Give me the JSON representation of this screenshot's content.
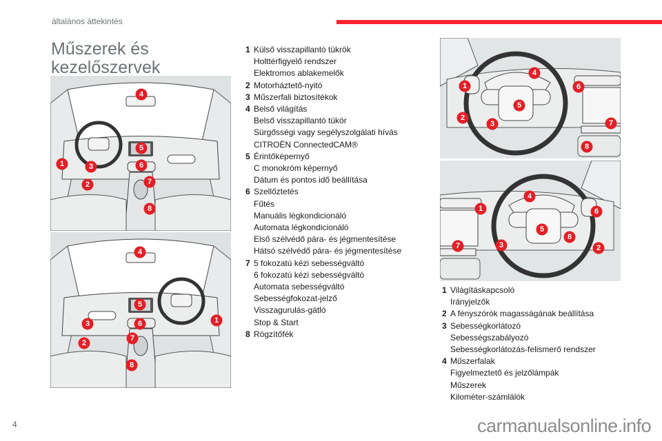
{
  "header": {
    "section": "általános áttekintés",
    "accent_color": "#ff2230"
  },
  "title": {
    "line1": "Műszerek és",
    "line2": "kezelőszervek"
  },
  "illustrations": {
    "lhd_cabin": {
      "label": "Left-hand drive cabin overview",
      "markers": [
        "1",
        "2",
        "3",
        "4",
        "5",
        "6",
        "7",
        "8"
      ]
    },
    "rhd_cabin": {
      "label": "Right-hand drive cabin overview",
      "markers": [
        "1",
        "2",
        "3",
        "4",
        "5",
        "6",
        "7",
        "8"
      ]
    },
    "lhd_wheel": {
      "label": "Left-hand drive steering wheel area",
      "markers": [
        "1",
        "2",
        "3",
        "4",
        "5",
        "6",
        "7",
        "8"
      ]
    },
    "rhd_wheel": {
      "label": "Right-hand drive steering wheel area",
      "markers": [
        "1",
        "2",
        "3",
        "4",
        "5",
        "6",
        "7",
        "8"
      ]
    },
    "marker_color": "#e21f26"
  },
  "cabin_list": [
    {
      "num": "1",
      "lines": [
        "Külső visszapillantó tükrök",
        "Holttérfigyelő rendszer",
        "Elektromos ablakemelők"
      ]
    },
    {
      "num": "2",
      "lines": [
        "Motorháztető-nyitó"
      ]
    },
    {
      "num": "3",
      "lines": [
        "Műszerfali biztosítékok"
      ]
    },
    {
      "num": "4",
      "lines": [
        "Belső világítás",
        "Belső visszapillantó tükör",
        "Sürgősségi vagy segélyszolgálati hívás",
        "CITROËN ConnectedCAM®"
      ]
    },
    {
      "num": "5",
      "lines": [
        "Érintőképernyő",
        "C monokróm képernyő",
        "Dátum és pontos idő beállítása"
      ]
    },
    {
      "num": "6",
      "lines": [
        "Szellőztetés",
        "Fűtés",
        "Manuális légkondicionáló",
        "Automata légkondicionáló",
        "Első szélvédő pára- és jégmentesítése",
        "Hátsó szélvédő pára- és jégmentesítése"
      ]
    },
    {
      "num": "7",
      "lines": [
        "5 fokozatú kézi sebességváltó",
        "6 fokozatú kézi sebességváltó",
        "Automata sebességváltó",
        "Sebességfokozat-jelző",
        "Visszagurulás-gátló",
        "Stop & Start"
      ]
    },
    {
      "num": "8",
      "lines": [
        "Rögzítőfék"
      ]
    }
  ],
  "wheel_list": [
    {
      "num": "1",
      "lines": [
        "Világításkapcsoló",
        "Irányjelzők"
      ]
    },
    {
      "num": "2",
      "lines": [
        "A fényszórók magasságának beállítása"
      ]
    },
    {
      "num": "3",
      "lines": [
        "Sebességkorlátozó",
        "Sebességszabályozó",
        "Sebességkorlátozás-felismerő rendszer"
      ]
    },
    {
      "num": "4",
      "lines": [
        "Műszerfalak",
        "Figyelmeztető és jelzőlámpák",
        "Műszerek",
        "Kilométer-számlálók"
      ]
    }
  ],
  "footer": {
    "page_number": "4",
    "watermark": "carmanualsonline.info"
  }
}
